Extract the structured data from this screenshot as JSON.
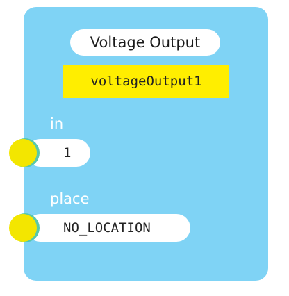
{
  "node": {
    "title": "Voltage Output",
    "id": "voltageOutput1"
  },
  "ports": [
    {
      "label": "in",
      "value": "1"
    },
    {
      "label": "place",
      "value": "NO_LOCATION"
    }
  ],
  "colors": {
    "node_background": "#7fd3f5",
    "id_background": "#ffee00",
    "port_dot": "#f3e600",
    "port_ring": "#58c8a9"
  }
}
